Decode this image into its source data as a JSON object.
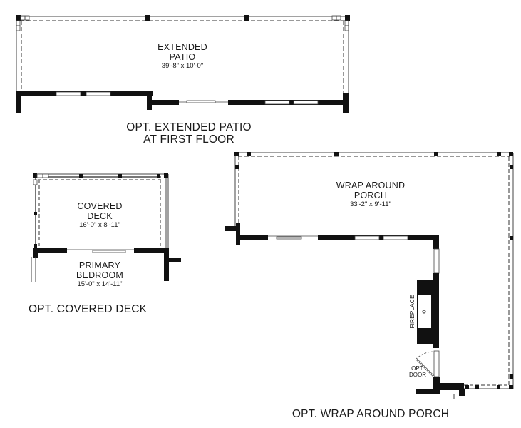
{
  "extended_patio": {
    "room_name_line1": "EXTENDED",
    "room_name_line2": "PATIO",
    "dimensions": "39'-8\" x 10'-0\"",
    "caption_line1": "OPT. EXTENDED PATIO",
    "caption_line2": "AT FIRST FLOOR"
  },
  "covered_deck": {
    "room_name_line1": "COVERED",
    "room_name_line2": "DECK",
    "dimensions": "16'-0\" x 8'-11\"",
    "adjacent_room_line1": "PRIMARY",
    "adjacent_room_line2": "BEDROOM",
    "adjacent_room_dimensions": "15'-0\" x 14'-11\"",
    "caption": "OPT. COVERED DECK"
  },
  "wrap_around_porch": {
    "room_name_line1": "WRAP AROUND",
    "room_name_line2": "PORCH",
    "dimensions": "33'-2\" x 9'-11\"",
    "fireplace_label": "FIREPLACE",
    "door_label_line1": "OPT.",
    "door_label_line2": "DOOR",
    "caption": "OPT. WRAP AROUND PORCH"
  },
  "colors": {
    "wall": "#111111",
    "line": "#555555",
    "background": "#ffffff"
  }
}
